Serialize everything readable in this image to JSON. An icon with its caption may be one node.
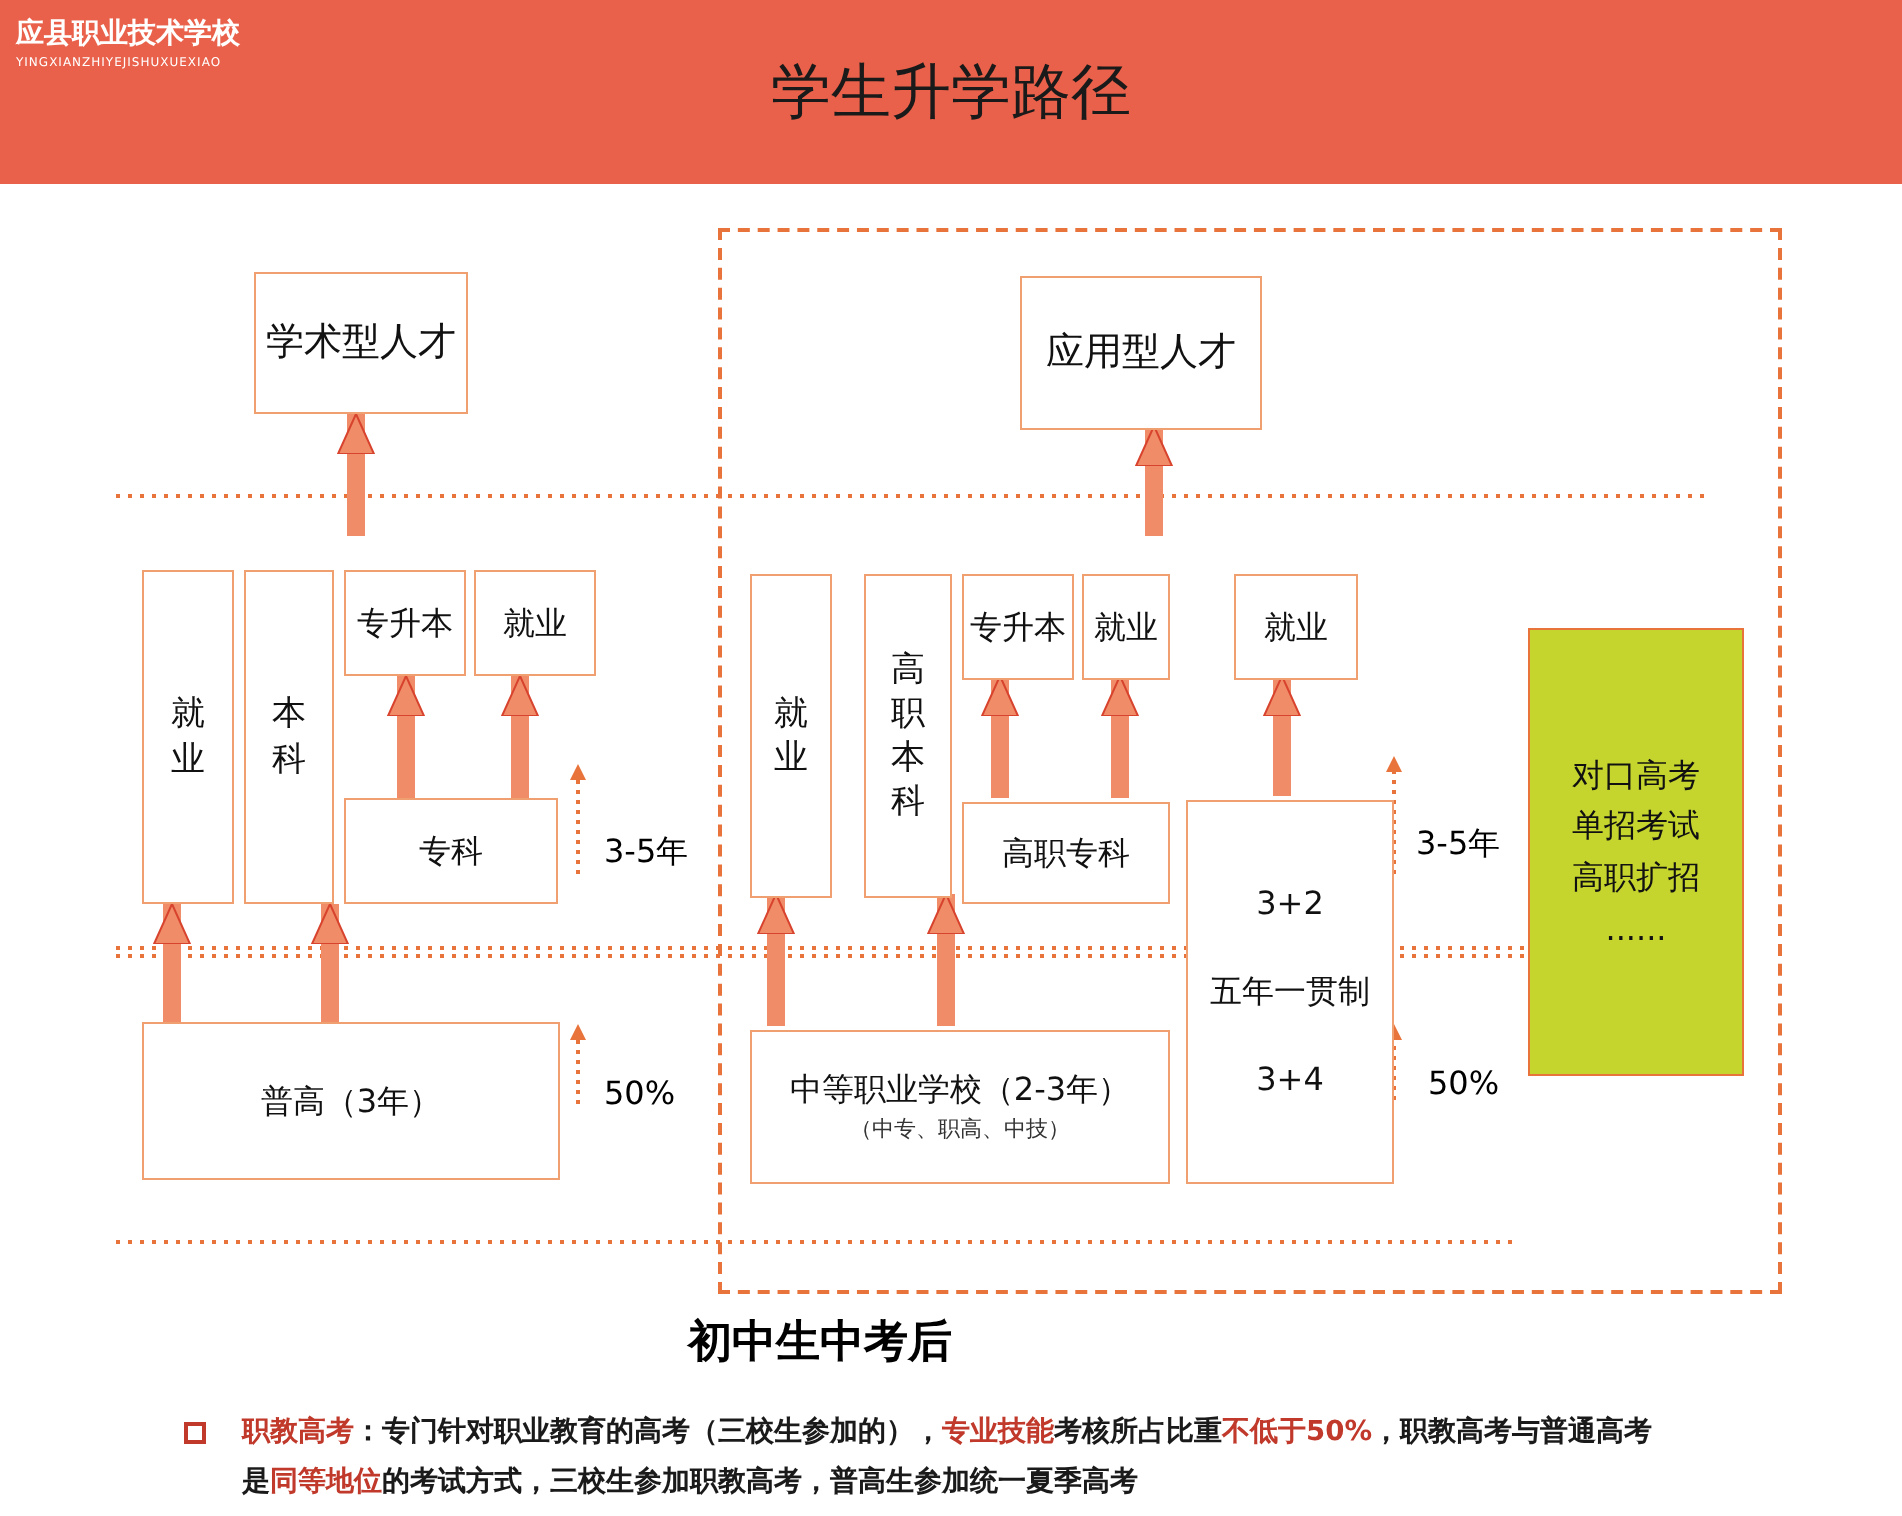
{
  "diagram": {
    "title": "学生升学路径",
    "nodes": [
      {
        "text": [],
        "shape": "box"
      },
      {
        "text": [
          "学术型人才"
        ]
      },
      {
        "text": [
          "应用型人才"
        ],
        "in": 0
      },
      {
        "text": [
          "就业"
        ]
      },
      {
        "text": [
          "本科"
        ]
      },
      {
        "text": [
          "专升本"
        ]
      },
      {
        "text": [
          "就业"
        ]
      },
      {
        "text": [
          "专科"
        ]
      },
      {
        "text": [
          "就业"
        ],
        "in": 0
      },
      {
        "text": [
          "高职本科"
        ],
        "in": 0
      },
      {
        "text": [
          "专升本"
        ],
        "in": 0
      },
      {
        "text": [
          "就业"
        ],
        "in": 0
      },
      {
        "text": [
          "就业"
        ],
        "in": 0
      },
      {
        "text": [
          "高职专科"
        ],
        "in": 0
      },
      {
        "text": [
          "3+2",
          "五年一贯制",
          "3+4"
        ],
        "in": 0
      },
      {
        "text": [
          "对口高考",
          "单招考试",
          "高职扩招",
          "......"
        ],
        "in": 0
      },
      {
        "text": [
          "普高（3年）"
        ]
      },
      {
        "text": [
          "中等职业学校（2-3年）",
          "（中专、职高、中技）"
        ],
        "in": 0
      }
    ],
    "edges": [
      {
        "from": null,
        "to": 1,
        "arrow": "to"
      },
      {
        "from": null,
        "to": 2,
        "arrow": "to"
      },
      {
        "from": 7,
        "to": 5,
        "arrow": "to"
      },
      {
        "from": 7,
        "to": 6,
        "arrow": "to"
      },
      {
        "from": 13,
        "to": 10,
        "arrow": "to"
      },
      {
        "from": 13,
        "to": 11,
        "arrow": "to"
      },
      {
        "from": 14,
        "to": 12,
        "arrow": "to"
      },
      {
        "from": 16,
        "to": 3,
        "arrow": "to"
      },
      {
        "from": 16,
        "to": 4,
        "arrow": "to"
      },
      {
        "from": 17,
        "to": 8,
        "arrow": "to"
      },
      {
        "from": 17,
        "to": 9,
        "arrow": "to"
      }
    ],
    "labels": [
      "应县职业技术学校",
      "YINGXIANZHIYEJISHUXUEXIAO",
      "3-5年",
      "3-5年",
      "50%",
      "50%",
      "初中生中考后",
      "**职教高考**：专门针对职业教育的高考（三校生参加的），**专业技能**考核所占比重**不低于50%**，职教高考与普通高考是**同等地位**的考试方式，三校生参加职教高考，普高生参加统一夏季高考"
    ]
  }
}
